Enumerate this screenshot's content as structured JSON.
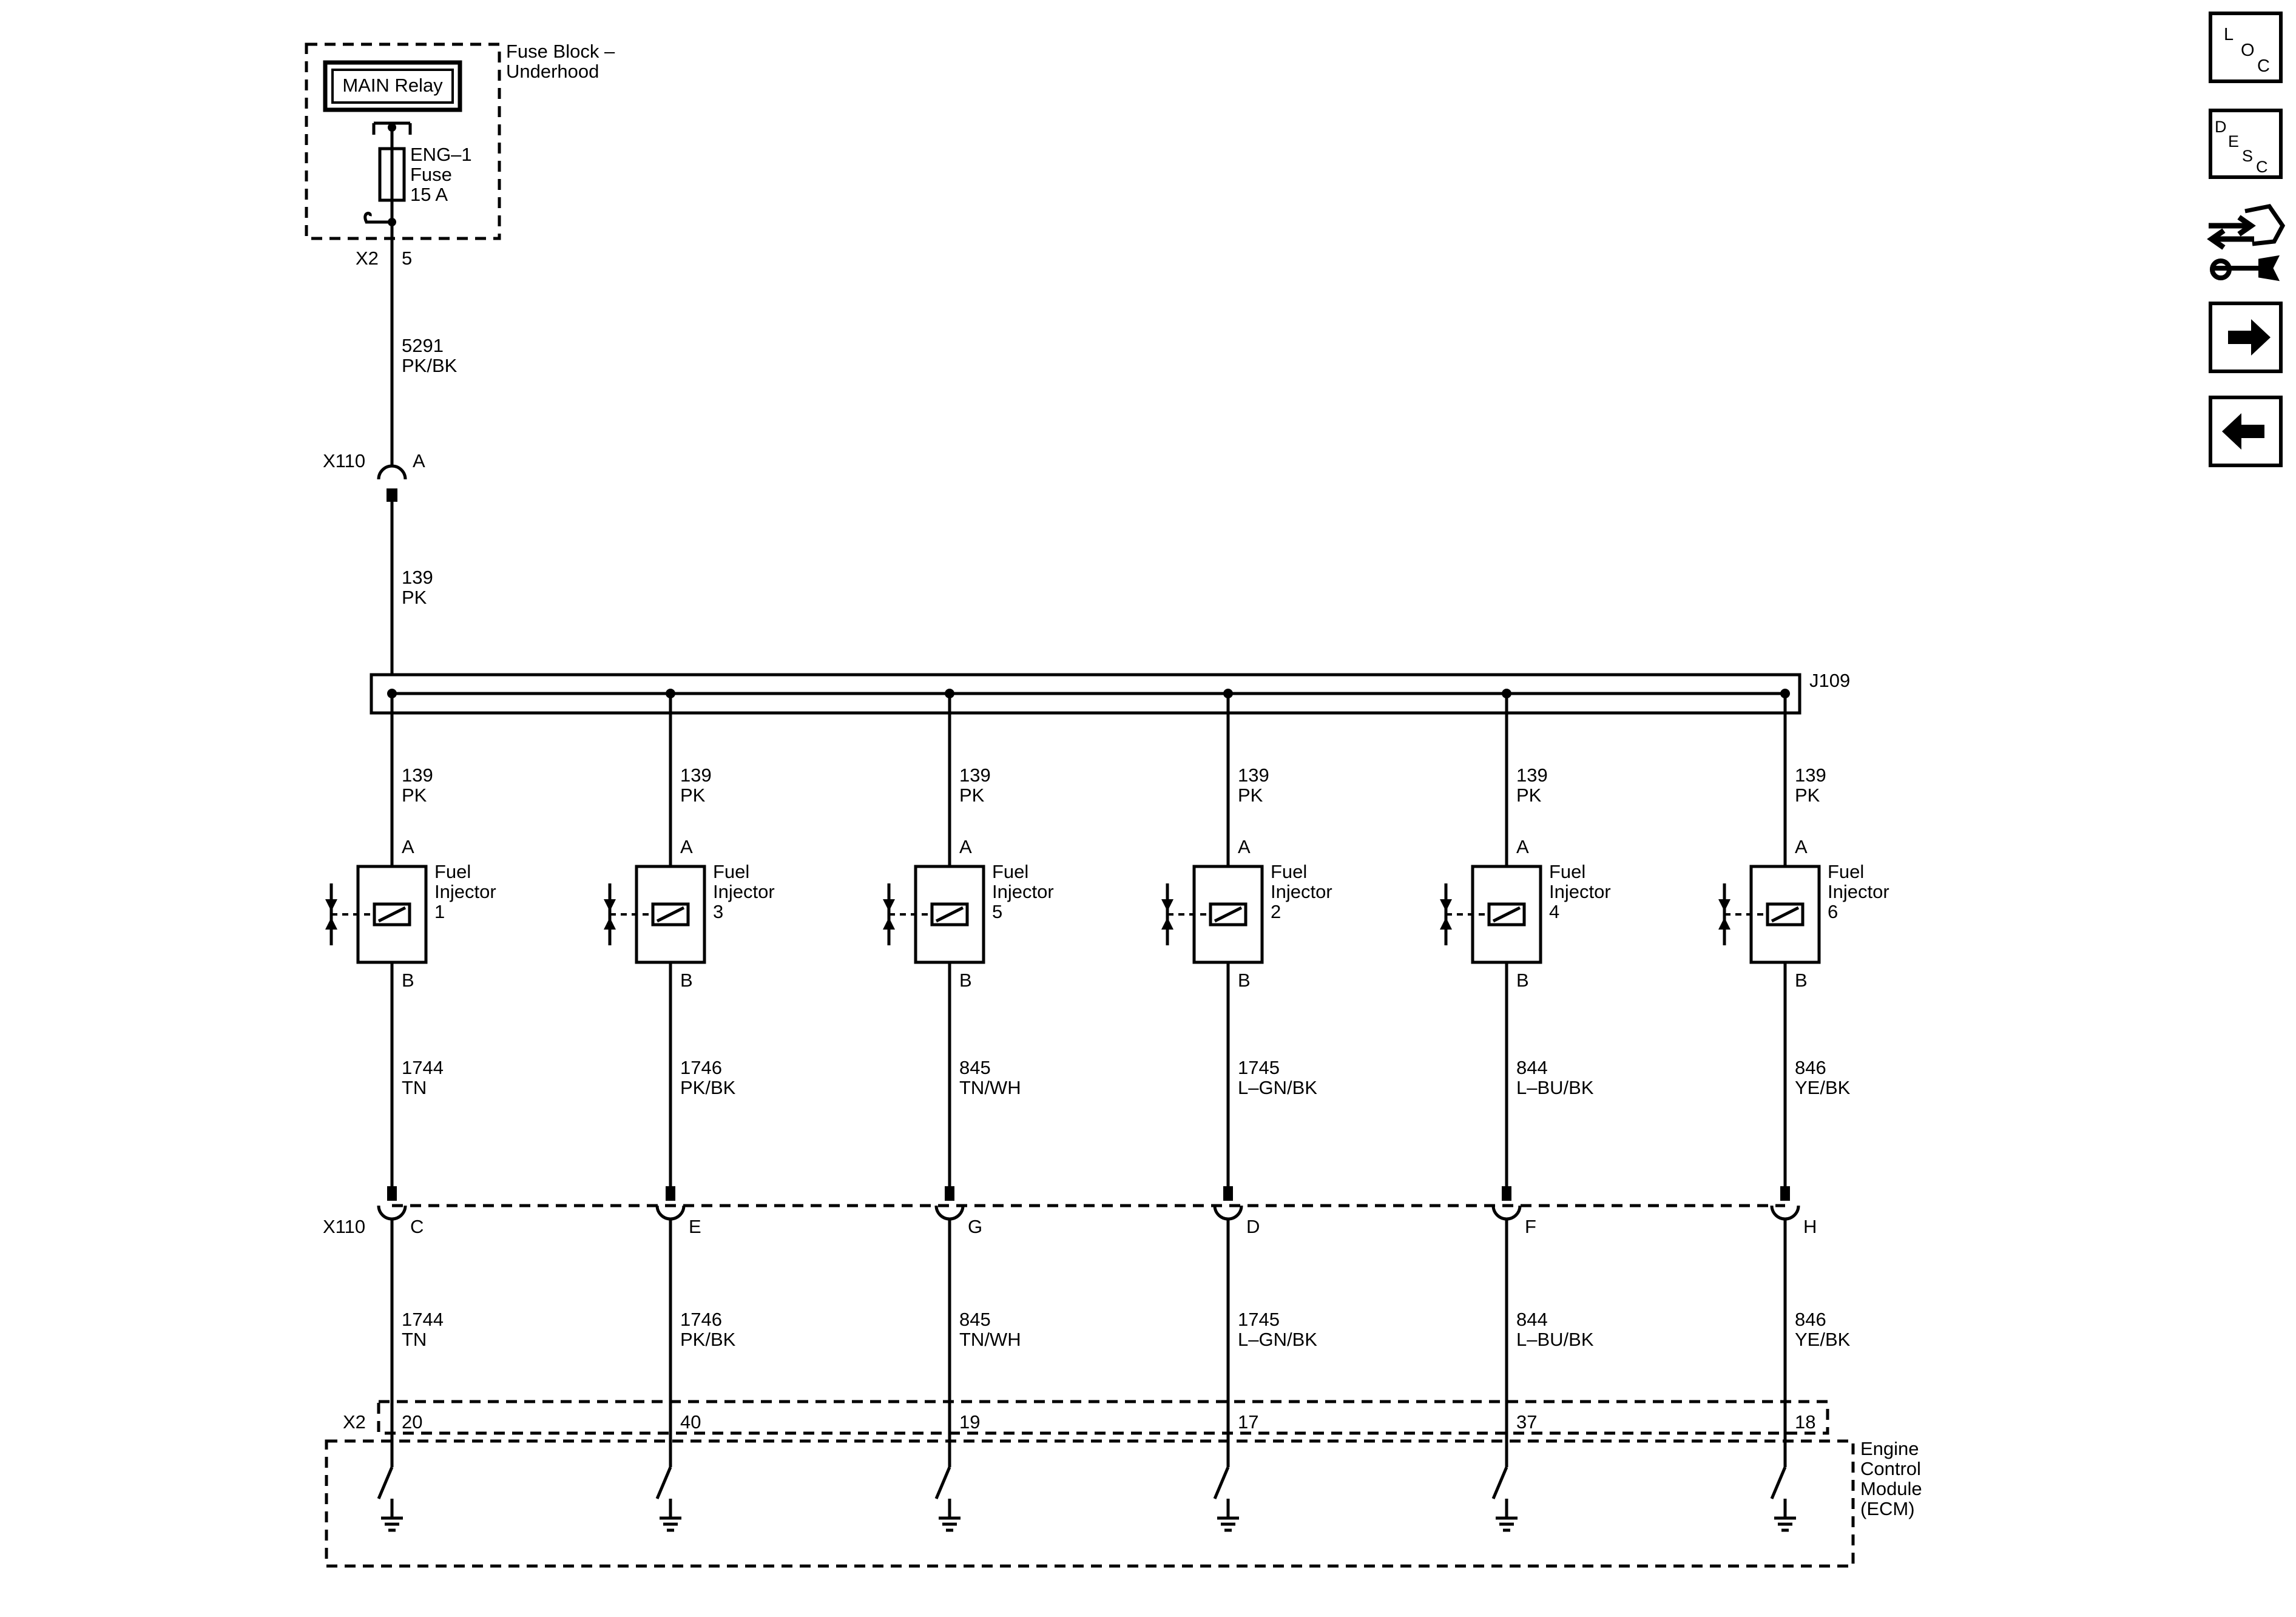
{
  "fuse_block": {
    "title_line1": "Fuse Block –",
    "title_line2": "Underhood",
    "relay_label": "MAIN Relay",
    "fuse_line1": "ENG–1",
    "fuse_line2": "Fuse",
    "fuse_line3": "15 A",
    "connector": "X2",
    "pin": "5"
  },
  "feed_wire": {
    "circuit": "5291",
    "color": "PK/BK"
  },
  "inline_connector_top": {
    "name": "X110",
    "pin": "A"
  },
  "feed_wire_2": {
    "circuit": "139",
    "color": "PK"
  },
  "splice": {
    "name": "J109"
  },
  "inline_connector_bottom": {
    "name": "X110"
  },
  "ecm": {
    "connector": "X2",
    "label_line1": "Engine",
    "label_line2": "Control",
    "label_line3": "Module",
    "label_line4": "(ECM)"
  },
  "injectors": [
    {
      "line1": "Fuel",
      "line2": "Injector",
      "number": "1",
      "pin_a": "A",
      "pin_b": "B",
      "supply_circuit": "139",
      "supply_color": "PK",
      "control_circuit": "1744",
      "control_color": "TN",
      "x110_pin": "C",
      "ecm_pin": "20"
    },
    {
      "line1": "Fuel",
      "line2": "Injector",
      "number": "3",
      "pin_a": "A",
      "pin_b": "B",
      "supply_circuit": "139",
      "supply_color": "PK",
      "control_circuit": "1746",
      "control_color": "PK/BK",
      "x110_pin": "E",
      "ecm_pin": "40"
    },
    {
      "line1": "Fuel",
      "line2": "Injector",
      "number": "5",
      "pin_a": "A",
      "pin_b": "B",
      "supply_circuit": "139",
      "supply_color": "PK",
      "control_circuit": "845",
      "control_color": "TN/WH",
      "x110_pin": "G",
      "ecm_pin": "19"
    },
    {
      "line1": "Fuel",
      "line2": "Injector",
      "number": "2",
      "pin_a": "A",
      "pin_b": "B",
      "supply_circuit": "139",
      "supply_color": "PK",
      "control_circuit": "1745",
      "control_color": "L–GN/BK",
      "x110_pin": "D",
      "ecm_pin": "17"
    },
    {
      "line1": "Fuel",
      "line2": "Injector",
      "number": "4",
      "pin_a": "A",
      "pin_b": "B",
      "supply_circuit": "139",
      "supply_color": "PK",
      "control_circuit": "844",
      "control_color": "L–BU/BK",
      "x110_pin": "F",
      "ecm_pin": "37"
    },
    {
      "line1": "Fuel",
      "line2": "Injector",
      "number": "6",
      "pin_a": "A",
      "pin_b": "B",
      "supply_circuit": "139",
      "supply_color": "PK",
      "control_circuit": "846",
      "control_color": "YE/BK",
      "x110_pin": "H",
      "ecm_pin": "18"
    }
  ],
  "nav": {
    "loc": {
      "l": "L",
      "o": "O",
      "c": "C"
    },
    "desc": {
      "d": "D",
      "e": "E",
      "s": "S",
      "c": "C"
    },
    "icons": [
      "loc-button-icon",
      "desc-button-icon",
      "connector-wrench-icon",
      "arrow-right-icon",
      "arrow-left-icon"
    ]
  }
}
